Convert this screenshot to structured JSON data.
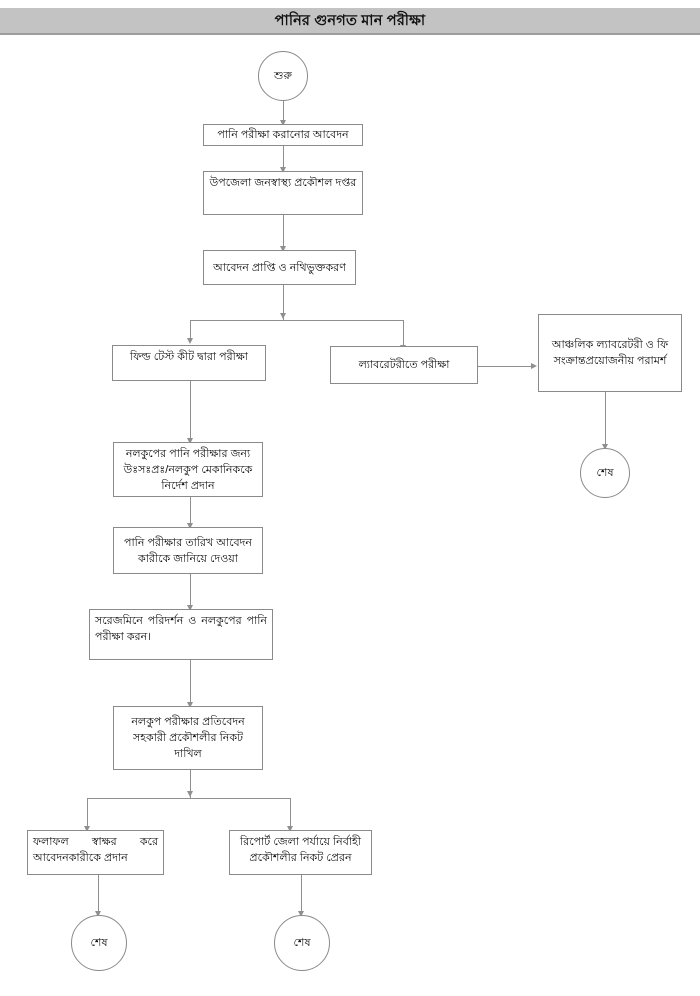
{
  "header": {
    "title": "পানির গুনগত মান পরীক্ষা"
  },
  "diagram": {
    "type": "flowchart",
    "orientation": "top-to-bottom",
    "nodes": {
      "start": {
        "label": "শুরু",
        "shape": "ellipse"
      },
      "application": {
        "label": "পানি পরীক্ষা করানোর আবেদন",
        "shape": "rect"
      },
      "office": {
        "label": "উপজেলা জনস্বাস্থ্য প্রকৌশল দপ্তর",
        "shape": "rect"
      },
      "receipt": {
        "label": "আবেদন প্রাপ্তি ও নথিভুক্তকরণ",
        "shape": "rect"
      },
      "field_test": {
        "label": "ফিল্ড টেস্ট কীট দ্বারা পরীক্ষা",
        "shape": "rect"
      },
      "lab_test": {
        "label": "ল্যাবরেটরীতে পরীক্ষা",
        "shape": "rect"
      },
      "regional_lab": {
        "label": "আঞ্চলিক ল্যাবরেটরী ও ফি সংক্রান্তপ্রয়োজনীয় পরামর্শ",
        "shape": "rect"
      },
      "end_regional": {
        "label": "শেষ",
        "shape": "circle"
      },
      "instruct_mechanic": {
        "label": "নলকুপের পানি পরীক্ষার জন্য উঃসঃপ্রঃ/নলকুপ মেকানিককে নির্দেশ প্রদান",
        "shape": "rect"
      },
      "inform_date": {
        "label": "পানি পরীক্ষার তারিখ আবেদন কারীকে জানিয়ে দেওয়া",
        "shape": "rect"
      },
      "site_visit": {
        "label": "সরেজমিনে  পরিদর্শন  ও  নলকুপের পানি পরীক্ষা করন।",
        "shape": "rect"
      },
      "submit_report": {
        "label": "নলকুপ পরীক্ষার প্রতিবেদন সহকারী প্রকৌশলীর নিকট দাখিল",
        "shape": "rect"
      },
      "give_result": {
        "label": "ফলাফল    স্বাক্ষর    করে আবেদনকারীকে প্রদান",
        "shape": "rect"
      },
      "send_district": {
        "label": "রিপোর্ট জেলা পর্যায়ে নির্বাহী প্রকৌশলীর নিকট প্রেরন",
        "shape": "rect"
      },
      "end_result": {
        "label": "শেষ",
        "shape": "circle"
      },
      "end_district": {
        "label": "শেষ",
        "shape": "circle"
      }
    },
    "edges": [
      {
        "from": "start",
        "to": "application"
      },
      {
        "from": "application",
        "to": "office"
      },
      {
        "from": "office",
        "to": "receipt"
      },
      {
        "from": "receipt",
        "to": "field_test"
      },
      {
        "from": "receipt",
        "to": "lab_test"
      },
      {
        "from": "lab_test",
        "to": "regional_lab"
      },
      {
        "from": "regional_lab",
        "to": "end_regional"
      },
      {
        "from": "field_test",
        "to": "instruct_mechanic"
      },
      {
        "from": "instruct_mechanic",
        "to": "inform_date"
      },
      {
        "from": "inform_date",
        "to": "site_visit"
      },
      {
        "from": "site_visit",
        "to": "submit_report"
      },
      {
        "from": "submit_report",
        "to": "give_result"
      },
      {
        "from": "submit_report",
        "to": "send_district"
      },
      {
        "from": "give_result",
        "to": "end_result"
      },
      {
        "from": "send_district",
        "to": "end_district"
      }
    ]
  },
  "colors": {
    "titlebar_bg": "#c3c3c3",
    "node_border": "#8a8a8a",
    "connector": "#8f8f8f",
    "text": "#0b0b0b",
    "page_bg": "#ffffff"
  }
}
